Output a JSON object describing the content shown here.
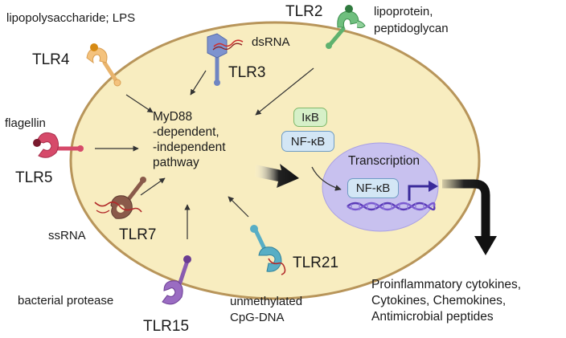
{
  "receptors": {
    "tlr2": {
      "name": "TLR2",
      "ligand_line1": "lipoprotein,",
      "ligand_line2": "peptidoglycan"
    },
    "tlr3": {
      "name": "TLR3",
      "ligand": "dsRNA"
    },
    "tlr4": {
      "name": "TLR4",
      "ligand": "lipopolysaccharide; LPS"
    },
    "tlr5": {
      "name": "TLR5",
      "ligand": "flagellin"
    },
    "tlr7": {
      "name": "TLR7",
      "ligand": "ssRNA"
    },
    "tlr15": {
      "name": "TLR15",
      "ligand": "bacterial protease"
    },
    "tlr21": {
      "name": "TLR21",
      "ligand_line1": "unmethylated",
      "ligand_line2": "CpG-DNA"
    }
  },
  "pathway": {
    "line1": "MyD88",
    "line2": "-dependent,",
    "line3": "-independent",
    "line4": "pathway"
  },
  "complex": {
    "ikb": "IκB",
    "nfkb": "NF-κB"
  },
  "nucleus": {
    "title": "Transcription",
    "nfkb": "NF-κB"
  },
  "outputs": {
    "line1": "Proinflammatory cytokines,",
    "line2": "Cytokines, Chemokines,",
    "line3": "Antimicrobial peptides"
  },
  "colors": {
    "cell_fill": "#f8edc0",
    "cell_border": "#b8955a",
    "nucleus_fill": "#c8c1ef",
    "ikb_fill": "#d6f0c8",
    "nfkb_fill": "#d3e6f5",
    "tlr2": "#5fb26f",
    "tlr3": "#6f85c2",
    "tlr4": "#f4c27d",
    "tlr5": "#d64a6a",
    "tlr7": "#8a5a4a",
    "tlr15": "#8a5cb0",
    "tlr21": "#58aec5",
    "dna": "#5a3ab8"
  }
}
